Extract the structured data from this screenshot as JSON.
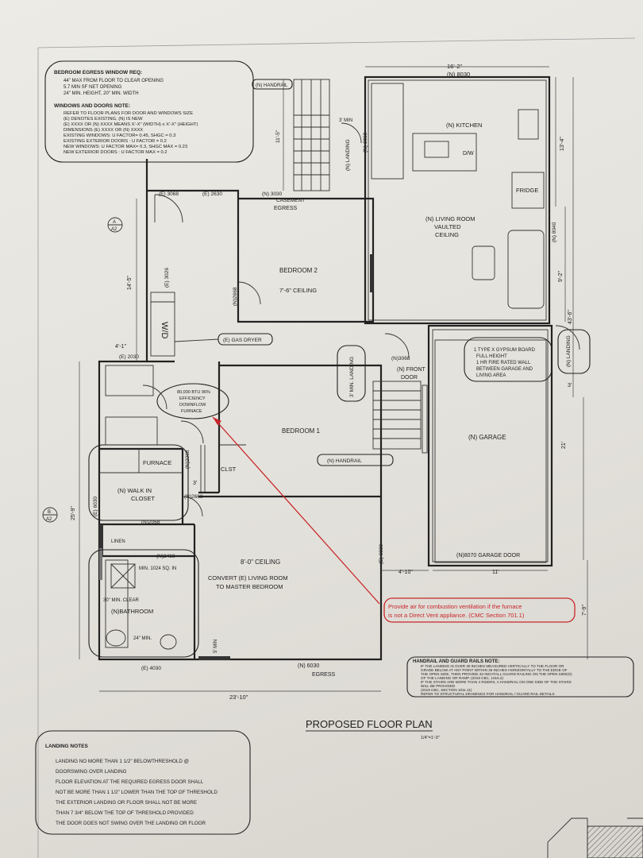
{
  "notes_egress": {
    "title": "BEDROOM EGRESS WINDOW REQ:",
    "lines": [
      "44\" MAX FROM FLOOR TO CLEAR OPENING",
      "5.7 MIN SF NET OPENING",
      "24\" MIN. HEIGHT, 20\" MIN. WIDTH"
    ]
  },
  "notes_windows": {
    "title": "WINDOWS AND DOORS NOTE:",
    "lines": [
      "REFER TO FLOOR PLANS FOR DOOR AND WINDOWS SIZE",
      "(E) DENOTES EXISTING, (N) IS NEW",
      "(E) XXXX OR (N) XXXX MEANS X'-X\" (WIDTH) x X'-X\" (HEIGHT)",
      "DIMENSIONS (E) XXXX OR (N) XXXX",
      "EXISTING WINDOWS: U FACTOR= 0.45, SHGC = 0.3",
      "EXISTING EXTERIOR DOORS : U FACTOR = 0.2",
      "NEW WINDOWS: U FACTOR MAX= 0.3, SHGC MAX = 0.23",
      "NEW EXTERIOR DOORS : U FACTOR MAX = 0.2"
    ]
  },
  "notes_handrail": {
    "title": "HANDRAIL AND GUARD RAILS NOTE:",
    "lines": [
      "IF THE LANDING IS OVER 30 INCHES MEASURED VERTICALLY TO THE FLOOR OR",
      "GRADE BELOW AT ANY POINT WITHIN 36 INCHES HORIZONTALLY TO THE EDGE OF",
      "THE OPEN SIDE, THEN PROVIDE 42-INCHTALL GUARD RAILING ON THE OPEN SIDE(S)",
      "OF THE LANDING OR RAMP. (2019 CBC, 1015.2)",
      "IF THE STAIRS ARE MORE THAN 4 RISERS, A HANDRAIL ON ONE SIDE OF THE STAIRS",
      "WILL BE PROVIDED",
      "(2019 CBC, SECTION 1011.11)",
      "REFER TO STRUCTURAL DRAWINGS FOR HANDRAIL / GUARD RAIL DETAILS"
    ]
  },
  "notes_landing": {
    "title": "LANDING NOTES",
    "lines": [
      "LANDING NO MORE THAN 1 1/2\" BELOWTHRESHOLD @",
      "DOORSWING OVER LANDING",
      "FLOOR ELEVATION AT THE REQUIRED EGRESS DOOR SHALL",
      "NOT BE MORE THAN 1 1/2\" LOWER THAN THE TOP OF THRESHOLD",
      "THE EXTERIOR LANDING OR FLOOR SHALL NOT BE MORE",
      "THAN 7 3/4\" BELOW THE TOP OF THRESHOLD PROVIDED",
      "THE DOOR DOES NOT SWING OVER THE LANDING OR FLOOR"
    ]
  },
  "plan": {
    "title": "PROPOSED FLOOR PLAN",
    "scale": "1/4\"=1'-0\""
  },
  "dims": {
    "top_overall": "16'-2\"",
    "top_window": "(N) 8030",
    "right_a": "13'-4\"",
    "right_b": "9'-2\"",
    "right_c": "43'-6\"",
    "right_d": "21'",
    "right_e": "7'-9\"",
    "left_a": "14'-5\"",
    "left_b": "4'-1\"",
    "left_c": "25'-9\"",
    "bottom": "23'-10\"",
    "garage_w": "11'",
    "step_w": "4'-10\"",
    "stair_h": "11'-5\"",
    "three_a": "3'",
    "three_b": "3'"
  },
  "labels": {
    "handrail_top": "(N) HANDRAIL",
    "kitchen": "(N) KITCHEN",
    "dw": "D/W",
    "fridge": "FRIDGE",
    "landing_top": "(N) LANDING",
    "door_top": "(N) 3068",
    "min_top": "3' MIN",
    "win_e3068": "(E) 3068",
    "win_e2630": "(E) 2630",
    "win_n3030": "(N) 3030",
    "casement": "CASEMENT",
    "egress": "EGRESS",
    "living": "(N) LIVING ROOM",
    "vaulted": "VAULTED",
    "ceiling": "CEILING",
    "win_8040": "(N) 8040",
    "bedroom2": "BEDROOM 2",
    "ceil_76": "7'-6\" CEILING",
    "door_2668_b2": "(N)2668",
    "win_3026": "(E) 3026",
    "wd": "W/D",
    "gas_dryer": "(E) GAS DRYER",
    "win_2030": "(E) 2030",
    "furnace_note": [
      "80,000 BTU 96%",
      "EFFICIENCY",
      "DOWNFLOW",
      "FURNACE"
    ],
    "landing_mid": "3' MIN. LANDING",
    "front_door_code": "(N)3068",
    "front_door_a": "(N) FRONT",
    "front_door_b": "DOOR",
    "gypsum": [
      "1 TYPE X GYPSUM BOARD",
      "FULL HEIGHT",
      "1 HR FIRE RATED WALL",
      "BETWEEN GARAGE AND",
      "LIVING AREA"
    ],
    "landing_right": "(N) LANDING",
    "bedroom1": "BEDROOM 1",
    "handrail_mid": "(N) HANDRAIL",
    "garage": "(N) GARAGE",
    "furnace": "FURNACE",
    "door_2068_f": "(N)2068",
    "clst": "CLST",
    "walkin": "(N) WALK IN",
    "closet": "CLOSET",
    "door_2668": "(N)2668",
    "win_6030": "(E) 6030",
    "door_2068_w": "(N)2068",
    "linen": "LINEN",
    "door_2468": "(N)2468",
    "min_sqin": "MIN. 1024 SQ. IN",
    "clear": "30\" MIN. CLEAR",
    "bathroom": "(N)BATHROOM",
    "min24": "24\" MIN.",
    "ceil_80": "8'-0\" CEILING",
    "convert_a": "CONVERT (E) LIVING ROOM",
    "convert_b": "TO MASTER BEDROOM",
    "win_6030_r": "(E) 6030",
    "garage_door": "(N)8070 GARAGE DOOR",
    "win_4030": "(E) 4030",
    "win_6030_b": "(N) 6030",
    "egress_b": "EGRESS",
    "min5": "5' MIN",
    "section_a": "A",
    "section_a2": "A2",
    "section_b": "B",
    "section_b2": "A2"
  },
  "redline": {
    "lines": [
      "Provide air for combustion ventilation if the furnace",
      "is not a Direct Vent appliance. (CMC Section 701.1)"
    ],
    "color": "#c8262a"
  }
}
